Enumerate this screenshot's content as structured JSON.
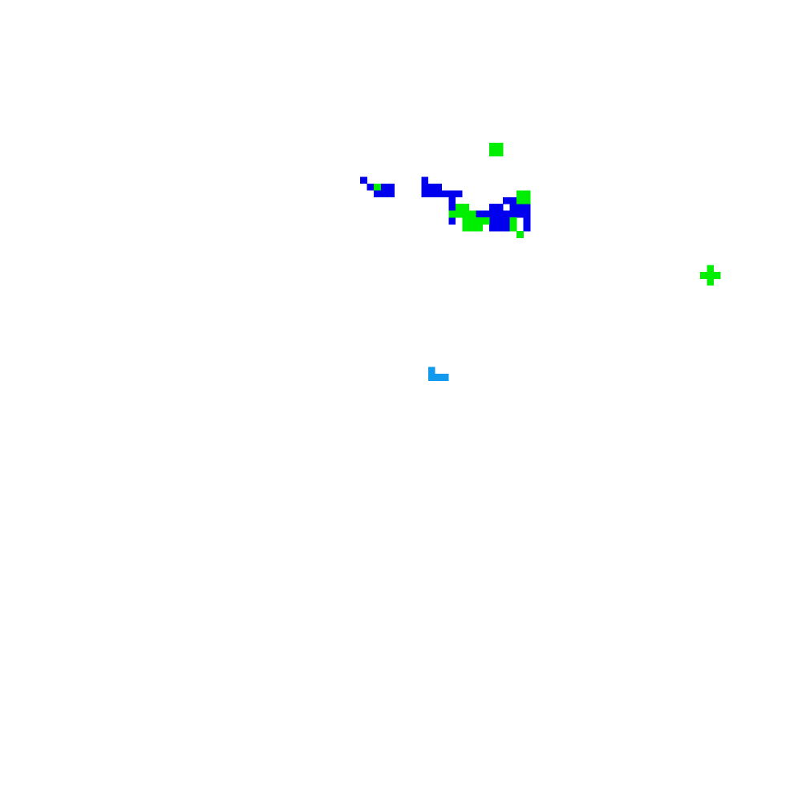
{
  "game": {
    "grid": {
      "cols": 118,
      "rows": 118
    },
    "background_color": "#ffffff",
    "palette": {
      "blue": "#0000ee",
      "green": "#00ee00",
      "light_blue": "#1199ee"
    },
    "regions": [
      {
        "name": "green-block",
        "color": "green",
        "cells": [
          [
            72,
            21
          ],
          [
            73,
            21
          ],
          [
            72,
            22
          ],
          [
            73,
            22
          ]
        ]
      },
      {
        "name": "blue-cluster-left",
        "color": "blue",
        "cells": [
          [
            53,
            26
          ],
          [
            54,
            27
          ],
          [
            55,
            27
          ],
          [
            56,
            27
          ],
          [
            57,
            27
          ],
          [
            55,
            28
          ],
          [
            56,
            28
          ],
          [
            57,
            28
          ]
        ]
      },
      {
        "name": "green-dot-left",
        "color": "green",
        "cells": [
          [
            55,
            27
          ]
        ]
      },
      {
        "name": "blue-cluster-center",
        "color": "blue",
        "cells": [
          [
            62,
            26
          ],
          [
            62,
            27
          ],
          [
            63,
            27
          ],
          [
            64,
            27
          ],
          [
            62,
            28
          ],
          [
            63,
            28
          ],
          [
            64,
            28
          ],
          [
            65,
            28
          ],
          [
            66,
            28
          ],
          [
            67,
            28
          ],
          [
            66,
            29
          ],
          [
            74,
            29
          ],
          [
            75,
            29
          ],
          [
            75,
            30
          ],
          [
            76,
            30
          ],
          [
            77,
            30
          ],
          [
            66,
            30
          ],
          [
            66,
            31
          ],
          [
            70,
            31
          ],
          [
            71,
            31
          ],
          [
            72,
            31
          ],
          [
            73,
            31
          ],
          [
            74,
            31
          ],
          [
            75,
            31
          ],
          [
            76,
            31
          ],
          [
            77,
            31
          ],
          [
            72,
            30
          ],
          [
            73,
            30
          ],
          [
            72,
            32
          ],
          [
            73,
            32
          ],
          [
            74,
            32
          ],
          [
            66,
            32
          ],
          [
            77,
            32
          ],
          [
            72,
            33
          ],
          [
            73,
            33
          ],
          [
            74,
            33
          ],
          [
            77,
            33
          ]
        ]
      },
      {
        "name": "green-cluster-center",
        "color": "green",
        "cells": [
          [
            76,
            28
          ],
          [
            77,
            28
          ],
          [
            76,
            29
          ],
          [
            77,
            29
          ],
          [
            67,
            30
          ],
          [
            68,
            30
          ],
          [
            66,
            31
          ],
          [
            67,
            31
          ],
          [
            68,
            31
          ],
          [
            69,
            31
          ],
          [
            68,
            32
          ],
          [
            69,
            32
          ],
          [
            70,
            32
          ],
          [
            71,
            32
          ],
          [
            68,
            33
          ],
          [
            69,
            33
          ],
          [
            70,
            33
          ],
          [
            75,
            32
          ],
          [
            75,
            33
          ],
          [
            76,
            34
          ]
        ]
      },
      {
        "name": "green-cross",
        "color": "green",
        "cells": [
          [
            104,
            39
          ],
          [
            103,
            40
          ],
          [
            104,
            40
          ],
          [
            105,
            40
          ],
          [
            104,
            41
          ]
        ]
      },
      {
        "name": "light-blue-corner",
        "color": "light_blue",
        "cells": [
          [
            63,
            54
          ],
          [
            63,
            55
          ],
          [
            64,
            55
          ],
          [
            65,
            55
          ]
        ]
      }
    ]
  }
}
